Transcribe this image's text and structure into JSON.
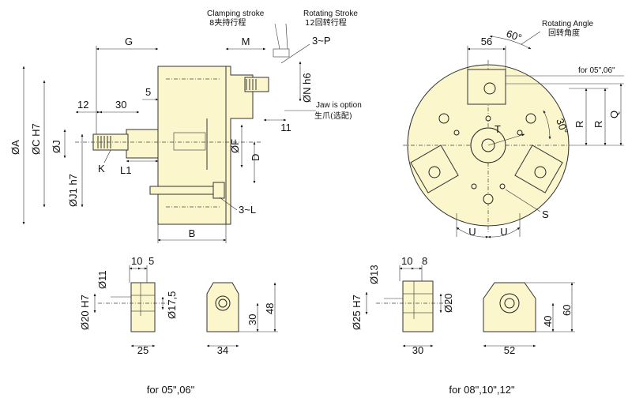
{
  "diagram": {
    "side_view": {
      "dims": {
        "g": "G",
        "m": "M",
        "p": "3~P",
        "n": "ØN h6",
        "a": "ØA",
        "c": "ØC H7",
        "j": "ØJ",
        "j1": "ØJ1 h7",
        "d12": "12",
        "d30": "30",
        "d5": "5",
        "d11": "11",
        "k": "K",
        "l1": "L1",
        "f": "ØF",
        "d": "D",
        "l": "3~L",
        "b": "B"
      },
      "labels": {
        "clamping_stroke_en": "Clamping stroke",
        "clamping_stroke_cn": "8夹持行程",
        "rotating_stroke_en": "Rotating Stroke",
        "rotating_stroke_cn": "12回转行程",
        "jaw_option_en": "Jaw is option",
        "jaw_option_cn": "生爪(选配)"
      }
    },
    "front_view": {
      "dims": {
        "d56": "56",
        "angle60": "60°",
        "angle30": "30°",
        "t": "T",
        "r1": "R",
        "r2": "R",
        "q": "Q",
        "u1": "U",
        "u2": "U",
        "s": "S"
      },
      "labels": {
        "rotating_angle_en": "Rotating Angle",
        "rotating_angle_cn": "回转角度",
        "for_0506_top": "for 05\",06\""
      }
    },
    "jaw_small": {
      "dims": {
        "d10": "10",
        "d5": "5",
        "d11": "Ø11",
        "d20": "Ø20 H7",
        "d175": "Ø17,5",
        "d25": "25",
        "d30": "30",
        "d48": "48",
        "d34": "34"
      },
      "caption": "for 05\",06\""
    },
    "jaw_large": {
      "dims": {
        "d10": "10",
        "d8": "8",
        "d13": "Ø13",
        "d25": "Ø25 H7",
        "d20": "Ø20",
        "d30": "30",
        "d40": "40",
        "d60": "60",
        "d52": "52"
      },
      "caption": "for 08\",10\",12\""
    }
  }
}
